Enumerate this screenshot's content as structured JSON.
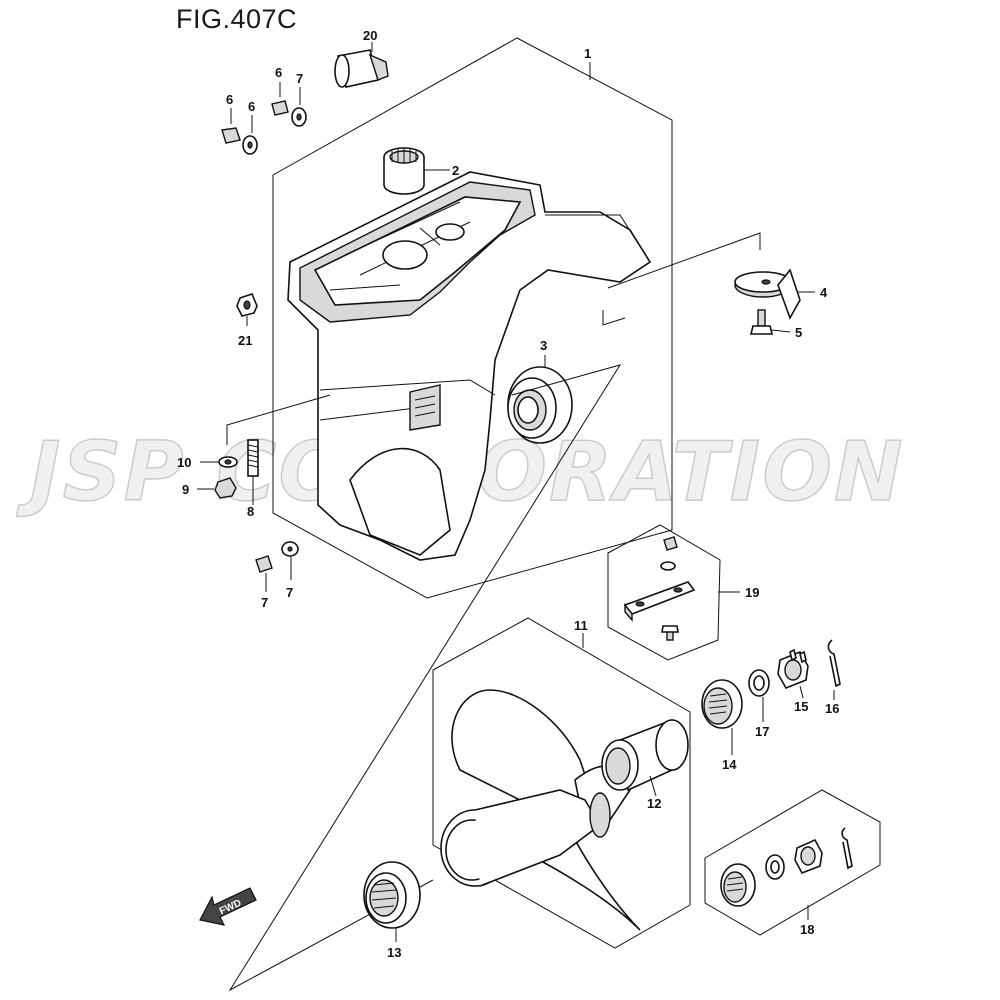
{
  "figure": {
    "title": "FIG.407C"
  },
  "watermark": "JSP CORPORATION",
  "fwd_label": "FWD",
  "callouts": [
    {
      "id": "c1",
      "label": "1"
    },
    {
      "id": "c2",
      "label": "2"
    },
    {
      "id": "c3",
      "label": "3"
    },
    {
      "id": "c4",
      "label": "4"
    },
    {
      "id": "c5",
      "label": "5"
    },
    {
      "id": "c6a",
      "label": "6"
    },
    {
      "id": "c6b",
      "label": "6"
    },
    {
      "id": "c6c",
      "label": "6"
    },
    {
      "id": "c7a",
      "label": "7"
    },
    {
      "id": "c7b",
      "label": "7"
    },
    {
      "id": "c7c",
      "label": "7"
    },
    {
      "id": "c8",
      "label": "8"
    },
    {
      "id": "c9",
      "label": "9"
    },
    {
      "id": "c10",
      "label": "10"
    },
    {
      "id": "c11",
      "label": "11"
    },
    {
      "id": "c12",
      "label": "12"
    },
    {
      "id": "c13",
      "label": "13"
    },
    {
      "id": "c14",
      "label": "14"
    },
    {
      "id": "c15",
      "label": "15"
    },
    {
      "id": "c16",
      "label": "16"
    },
    {
      "id": "c17",
      "label": "17"
    },
    {
      "id": "c18",
      "label": "18"
    },
    {
      "id": "c19",
      "label": "19"
    },
    {
      "id": "c20",
      "label": "20"
    },
    {
      "id": "c21",
      "label": "21"
    }
  ]
}
